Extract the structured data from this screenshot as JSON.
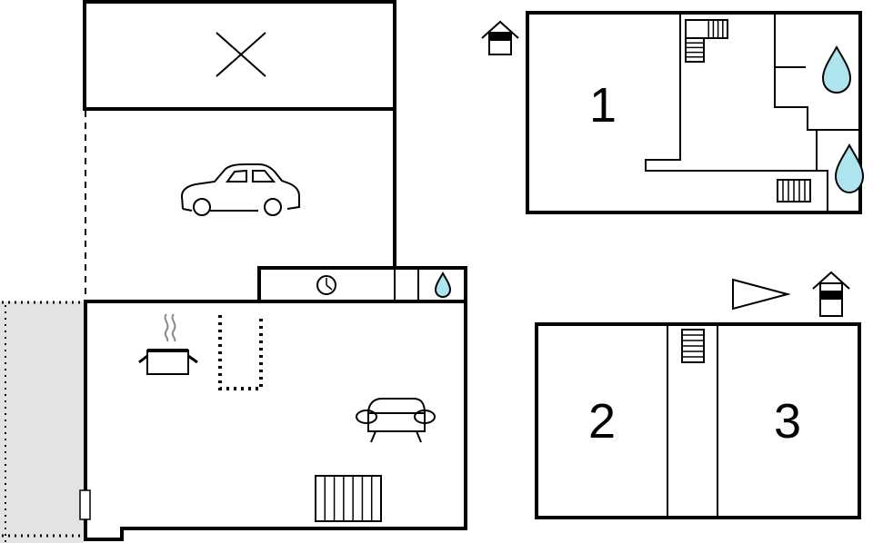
{
  "floor_1": {
    "room_number": "1"
  },
  "floor_2": {
    "room_2_number": "2",
    "room_3_number": "3"
  },
  "colors": {
    "water": "#aee4ee",
    "terrace": "#e3e3e3",
    "wall": "#000000"
  },
  "icons": [
    "house-level-icon",
    "compass-arrow-icon",
    "car-icon",
    "cooking-pot-icon",
    "armchair-icon",
    "clock-icon",
    "water-drop-icon",
    "stairs-icon",
    "no-access-cross-icon"
  ]
}
